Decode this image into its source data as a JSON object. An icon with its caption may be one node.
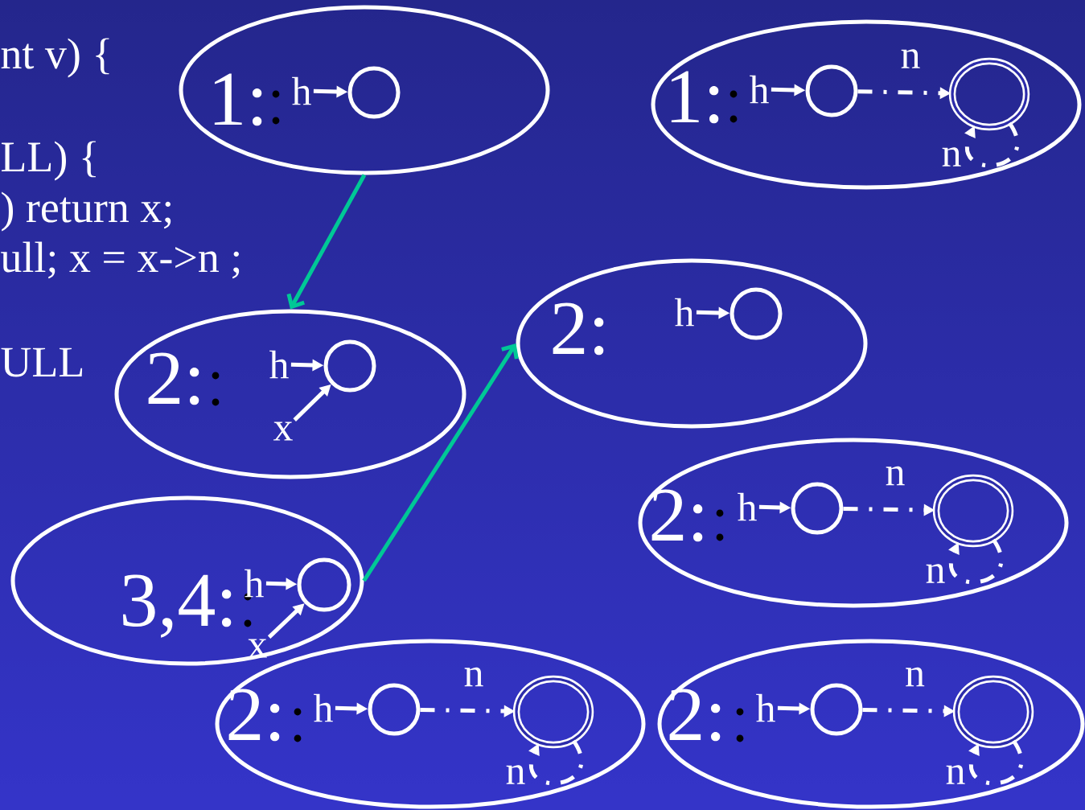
{
  "diagram": {
    "nodes": [
      {
        "text": [
          "1:"
        ]
      },
      {
        "text": [
          "h"
        ],
        "in": 0
      },
      {
        "text": [],
        "shape": "circle",
        "in": 0
      },
      {
        "text": [
          "1:"
        ]
      },
      {
        "text": [
          "h"
        ],
        "in": 3
      },
      {
        "text": [],
        "shape": "circle",
        "in": 3
      },
      {
        "text": [],
        "shape": "circle",
        "in": 3
      },
      {
        "text": [
          "2:"
        ]
      },
      {
        "text": [
          "h"
        ],
        "in": 7
      },
      {
        "text": [],
        "shape": "circle",
        "in": 7
      },
      {
        "text": [
          "2:"
        ]
      },
      {
        "text": [
          "h"
        ],
        "in": 10
      },
      {
        "text": [],
        "shape": "circle",
        "in": 10
      },
      {
        "text": [
          "x"
        ],
        "in": 10
      },
      {
        "text": [
          "2:"
        ]
      },
      {
        "text": [
          "h"
        ],
        "in": 14
      },
      {
        "text": [],
        "shape": "circle",
        "in": 14
      },
      {
        "text": [],
        "shape": "circle",
        "in": 14
      },
      {
        "text": [
          "3,4:"
        ]
      },
      {
        "text": [
          "h"
        ],
        "in": 18
      },
      {
        "text": [],
        "shape": "circle",
        "in": 18
      },
      {
        "text": [
          "x"
        ],
        "in": 18
      },
      {
        "text": [
          "2:"
        ]
      },
      {
        "text": [
          "h"
        ],
        "in": 22
      },
      {
        "text": [],
        "shape": "circle",
        "in": 22
      },
      {
        "text": [],
        "shape": "circle",
        "in": 22
      },
      {
        "text": [
          "2:"
        ]
      },
      {
        "text": [
          "h"
        ],
        "in": 26
      },
      {
        "text": [],
        "shape": "circle",
        "in": 26
      },
      {
        "text": [],
        "shape": "circle",
        "in": 26
      }
    ],
    "edges": [
      {
        "from": 0,
        "to": 10,
        "arrow": "to",
        "color": "#00c896"
      },
      {
        "from": 18,
        "to": 7,
        "arrow": "to",
        "color": "#00c896"
      },
      {
        "from": 1,
        "to": 2,
        "arrow": "to"
      },
      {
        "from": 4,
        "to": 5,
        "arrow": "to"
      },
      {
        "from": 5,
        "to": 6,
        "arrow": "to",
        "style": "dashed",
        "label": "n"
      },
      {
        "from": 6,
        "to": 6,
        "arrow": "to",
        "style": "dashed",
        "label": "n"
      },
      {
        "from": 8,
        "to": 9,
        "arrow": "to"
      },
      {
        "from": 11,
        "to": 12,
        "arrow": "to"
      },
      {
        "from": 13,
        "to": 12,
        "arrow": "to"
      },
      {
        "from": 15,
        "to": 16,
        "arrow": "to"
      },
      {
        "from": 16,
        "to": 17,
        "arrow": "to",
        "style": "dashed",
        "label": "n"
      },
      {
        "from": 17,
        "to": 17,
        "arrow": "to",
        "style": "dashed",
        "label": "n"
      },
      {
        "from": 19,
        "to": 20,
        "arrow": "to"
      },
      {
        "from": 21,
        "to": 20,
        "arrow": "to"
      },
      {
        "from": 23,
        "to": 24,
        "arrow": "to"
      },
      {
        "from": 24,
        "to": 25,
        "arrow": "to",
        "style": "dashed",
        "label": "n"
      },
      {
        "from": 25,
        "to": 25,
        "arrow": "to",
        "style": "dashed",
        "label": "n"
      },
      {
        "from": 27,
        "to": 28,
        "arrow": "to"
      },
      {
        "from": 28,
        "to": 29,
        "arrow": "to",
        "style": "dashed",
        "label": "n"
      },
      {
        "from": 29,
        "to": 29,
        "arrow": "to",
        "style": "dashed",
        "label": "n"
      }
    ],
    "labels": [
      "nt v) {",
      "LL) {",
      ") return  x;",
      "ull; x = x->n ;",
      "ULL"
    ]
  }
}
